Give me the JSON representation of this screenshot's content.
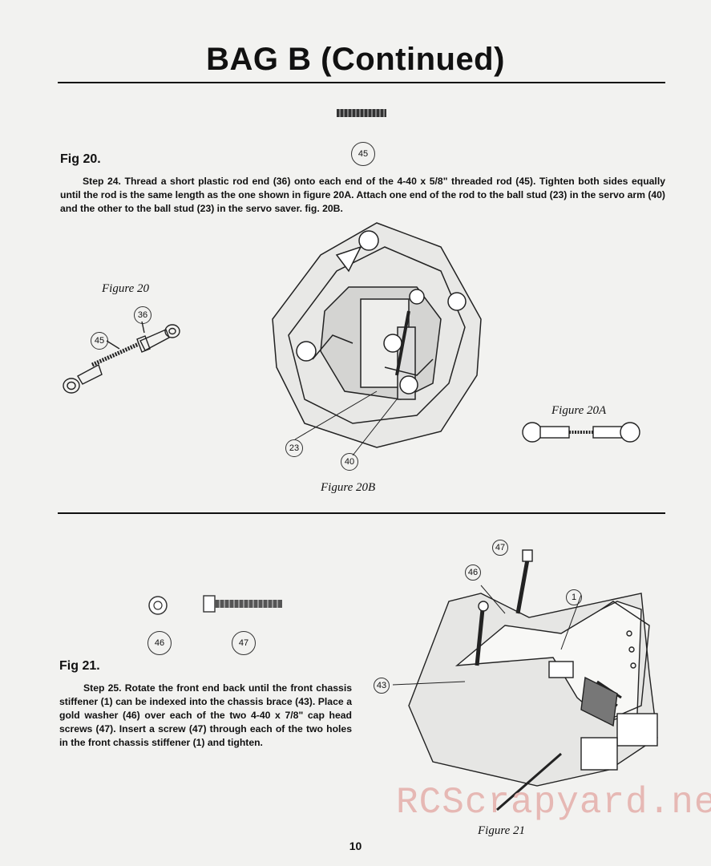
{
  "header": {
    "title": "BAG B (Continued)"
  },
  "fig20": {
    "label": "Fig 20.",
    "step_text": "Step 24. Thread a short plastic rod end (36) onto each end of the 4-40 x 5/8\" threaded rod (45). Tighten both sides equally until the rod is the same length as the one shown in figure 20A. Attach one end of the rod to the ball stud (23) in the servo arm (40) and the other to the ball stud (23) in the servo saver. fig. 20B.",
    "part_callout": "45",
    "figure20": {
      "caption": "Figure 20",
      "callouts": [
        "36",
        "45"
      ]
    },
    "figure20a": {
      "caption": "Figure 20A"
    },
    "figure20b": {
      "caption": "Figure 20B",
      "callouts": [
        "23",
        "40"
      ]
    }
  },
  "fig21": {
    "label": "Fig 21.",
    "step_text": "Step 25. Rotate the front end back until the front chassis stiffener (1) can be indexed into the chassis brace (43). Place a gold washer (46) over each of the two 4-40 x 7/8\" cap head screws (47). Insert a screw (47) through each of the two holes in the front chassis stiffener (1) and tighten.",
    "part_callouts": [
      "46",
      "47"
    ],
    "figure21": {
      "caption": "Figure 21",
      "callouts": [
        "47",
        "46",
        "1",
        "43"
      ]
    }
  },
  "footer": {
    "page_number": "10",
    "watermark": "RCScrapyard.net"
  }
}
